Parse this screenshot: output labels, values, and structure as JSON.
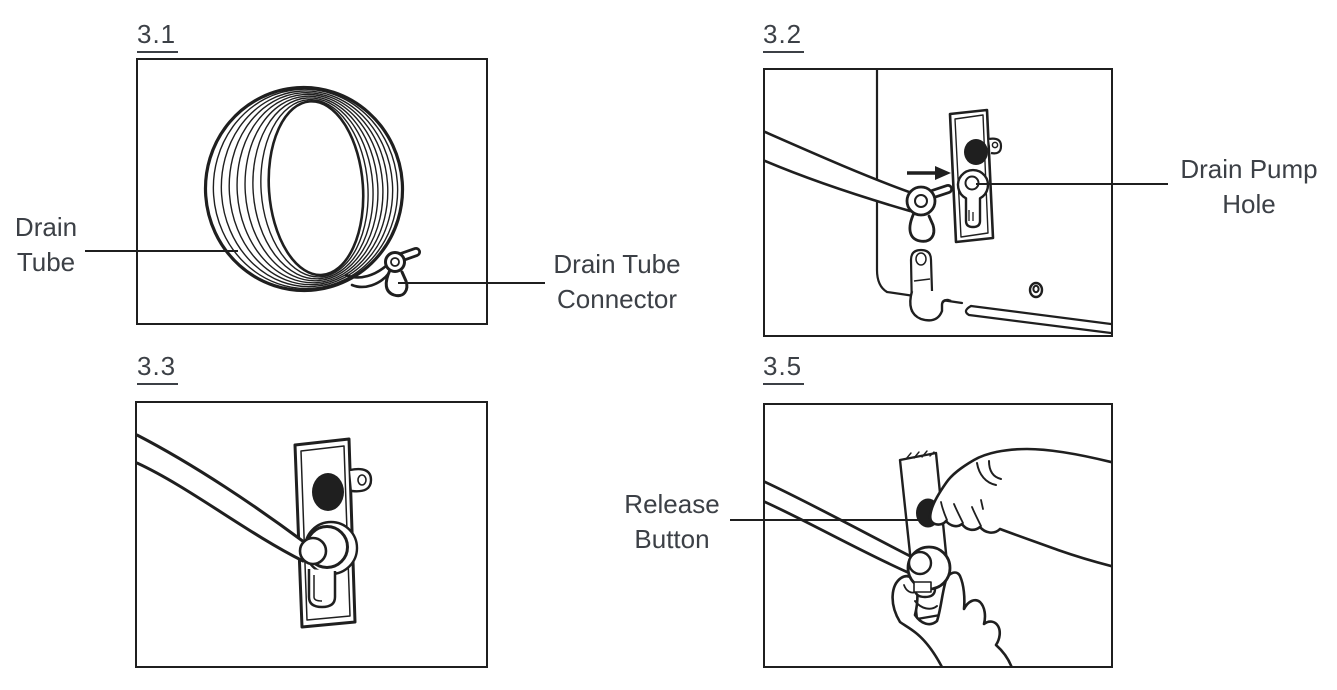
{
  "page": {
    "background": "#ffffff",
    "text_color": "#3c4046",
    "line_color": "#1f1f1f",
    "button_fill": "#1f1f1f"
  },
  "figure_labels": {
    "fig1": "3.1",
    "fig2": "3.2",
    "fig3": "3.3",
    "fig4": "3.5"
  },
  "callouts": {
    "drain_tube": {
      "line1": "Drain",
      "line2": "Tube"
    },
    "drain_tube_connector": {
      "line1": "Drain Tube",
      "line2": "Connector"
    },
    "drain_pump_hole": {
      "line1": "Drain Pump",
      "line2": "Hole"
    },
    "release_button": {
      "line1": "Release",
      "line2": "Button"
    }
  },
  "illustrations": {
    "fig1": "coiled drain tube with drain tube connector",
    "fig2": "appliance rear corner with drain pump hole plate, arrow showing connector insertion",
    "fig3": "drain tube connector inserted into drain pump hole",
    "fig4": "hands pressing release button and pulling drain tube connector"
  }
}
